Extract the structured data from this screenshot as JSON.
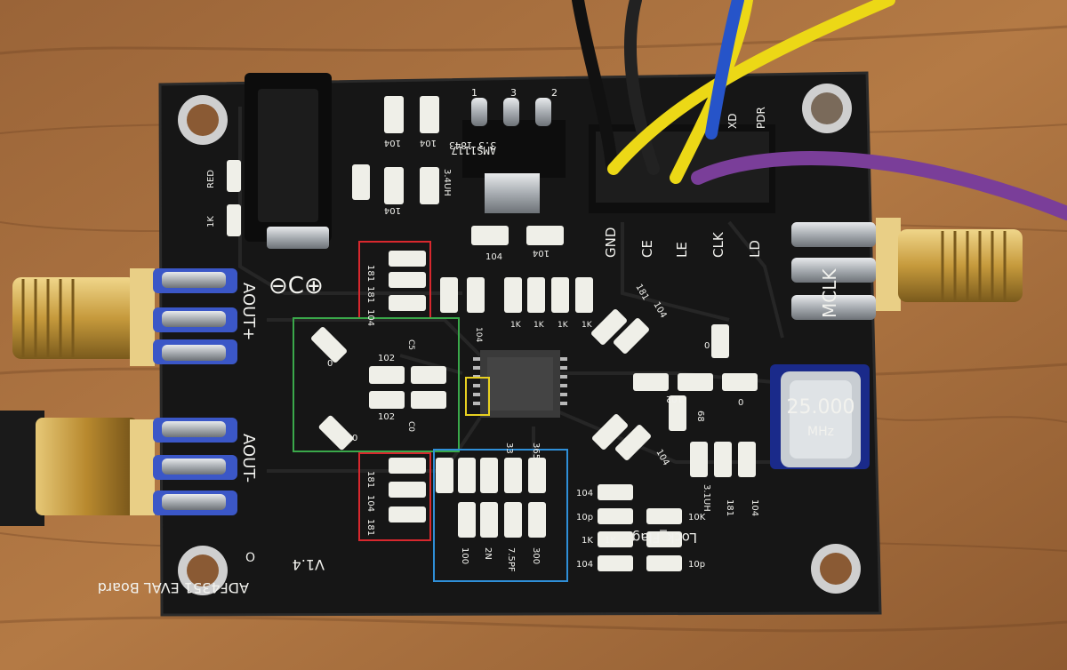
{
  "board": {
    "name_label": "ADF4351 EVAL Board",
    "version_label": "V1.4",
    "mark_o": "O"
  },
  "power": {
    "symbol": "⊖C⊕",
    "led_label": "RED",
    "resistor_label": "1K",
    "regulator_line1": "AMS1117",
    "regulator_line2": "3.3 1843",
    "pin_labels": [
      "1",
      "2",
      "3"
    ],
    "inductor_label": "3.4UH"
  },
  "connectors": {
    "aout_plus": "AOUT+",
    "aout_minus": "AOUT-",
    "mclk": "MCLK",
    "header_pins": [
      "GND",
      "CE",
      "LE",
      "CLK",
      "LD"
    ],
    "header_extra": [
      "PDR",
      "XD"
    ]
  },
  "oscillator": {
    "freq": "25.000",
    "unit": "MHz",
    "lock_label": "Lock_Flag",
    "inductor_label": "3.1UH"
  },
  "components": {
    "labels_top_left": [
      "104",
      "104",
      "104",
      "104"
    ],
    "labels_red_top": [
      "181",
      "181",
      "104"
    ],
    "labels_red_bottom": [
      "181",
      "104",
      "181"
    ],
    "labels_row": [
      "104",
      "1K",
      "1K",
      "1K",
      "1K"
    ],
    "labels_diag": [
      "181",
      "104"
    ],
    "labels_mid": [
      "102",
      "102",
      "0",
      "0"
    ],
    "labels_right": [
      "102",
      "68",
      "0",
      "104",
      "181",
      "104"
    ],
    "labels_blue": [
      "100",
      "2N",
      "7.5PF",
      "300",
      "365",
      "33"
    ],
    "labels_bottom": [
      "104",
      "10p",
      "1K",
      "104",
      "10K",
      "10p"
    ],
    "labels_misc": [
      "104",
      "0",
      "C5",
      "C0",
      "1K"
    ]
  },
  "overlays": {
    "colors": {
      "red": "#d8282e",
      "green": "#3aa84a",
      "blue": "#2f8fd8",
      "yellow": "#e8d020"
    }
  }
}
